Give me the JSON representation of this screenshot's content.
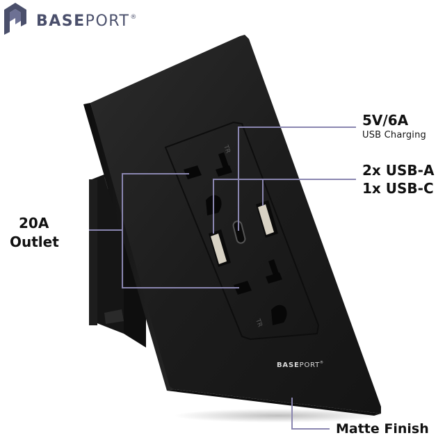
{
  "brand": {
    "name_bold": "BASE",
    "name_regular": "PORT",
    "registered": "®",
    "logo_color": "#4a4f6b"
  },
  "callouts": {
    "usb_power_title": "5V/6A",
    "usb_power_subtitle": "USB Charging",
    "usb_a": "2x USB-A",
    "usb_c": "1x USB-C",
    "outlet_line1": "20A",
    "outlet_line2": "Outlet",
    "finish": "Matte Finish"
  },
  "plate": {
    "brand_bold": "BASE",
    "brand_regular": "PORT",
    "registered": "®",
    "receptacle_mark": "TR"
  },
  "colors": {
    "callout_line": "#8a86b0",
    "plate": "#1a1a1a",
    "text": "#111111"
  }
}
